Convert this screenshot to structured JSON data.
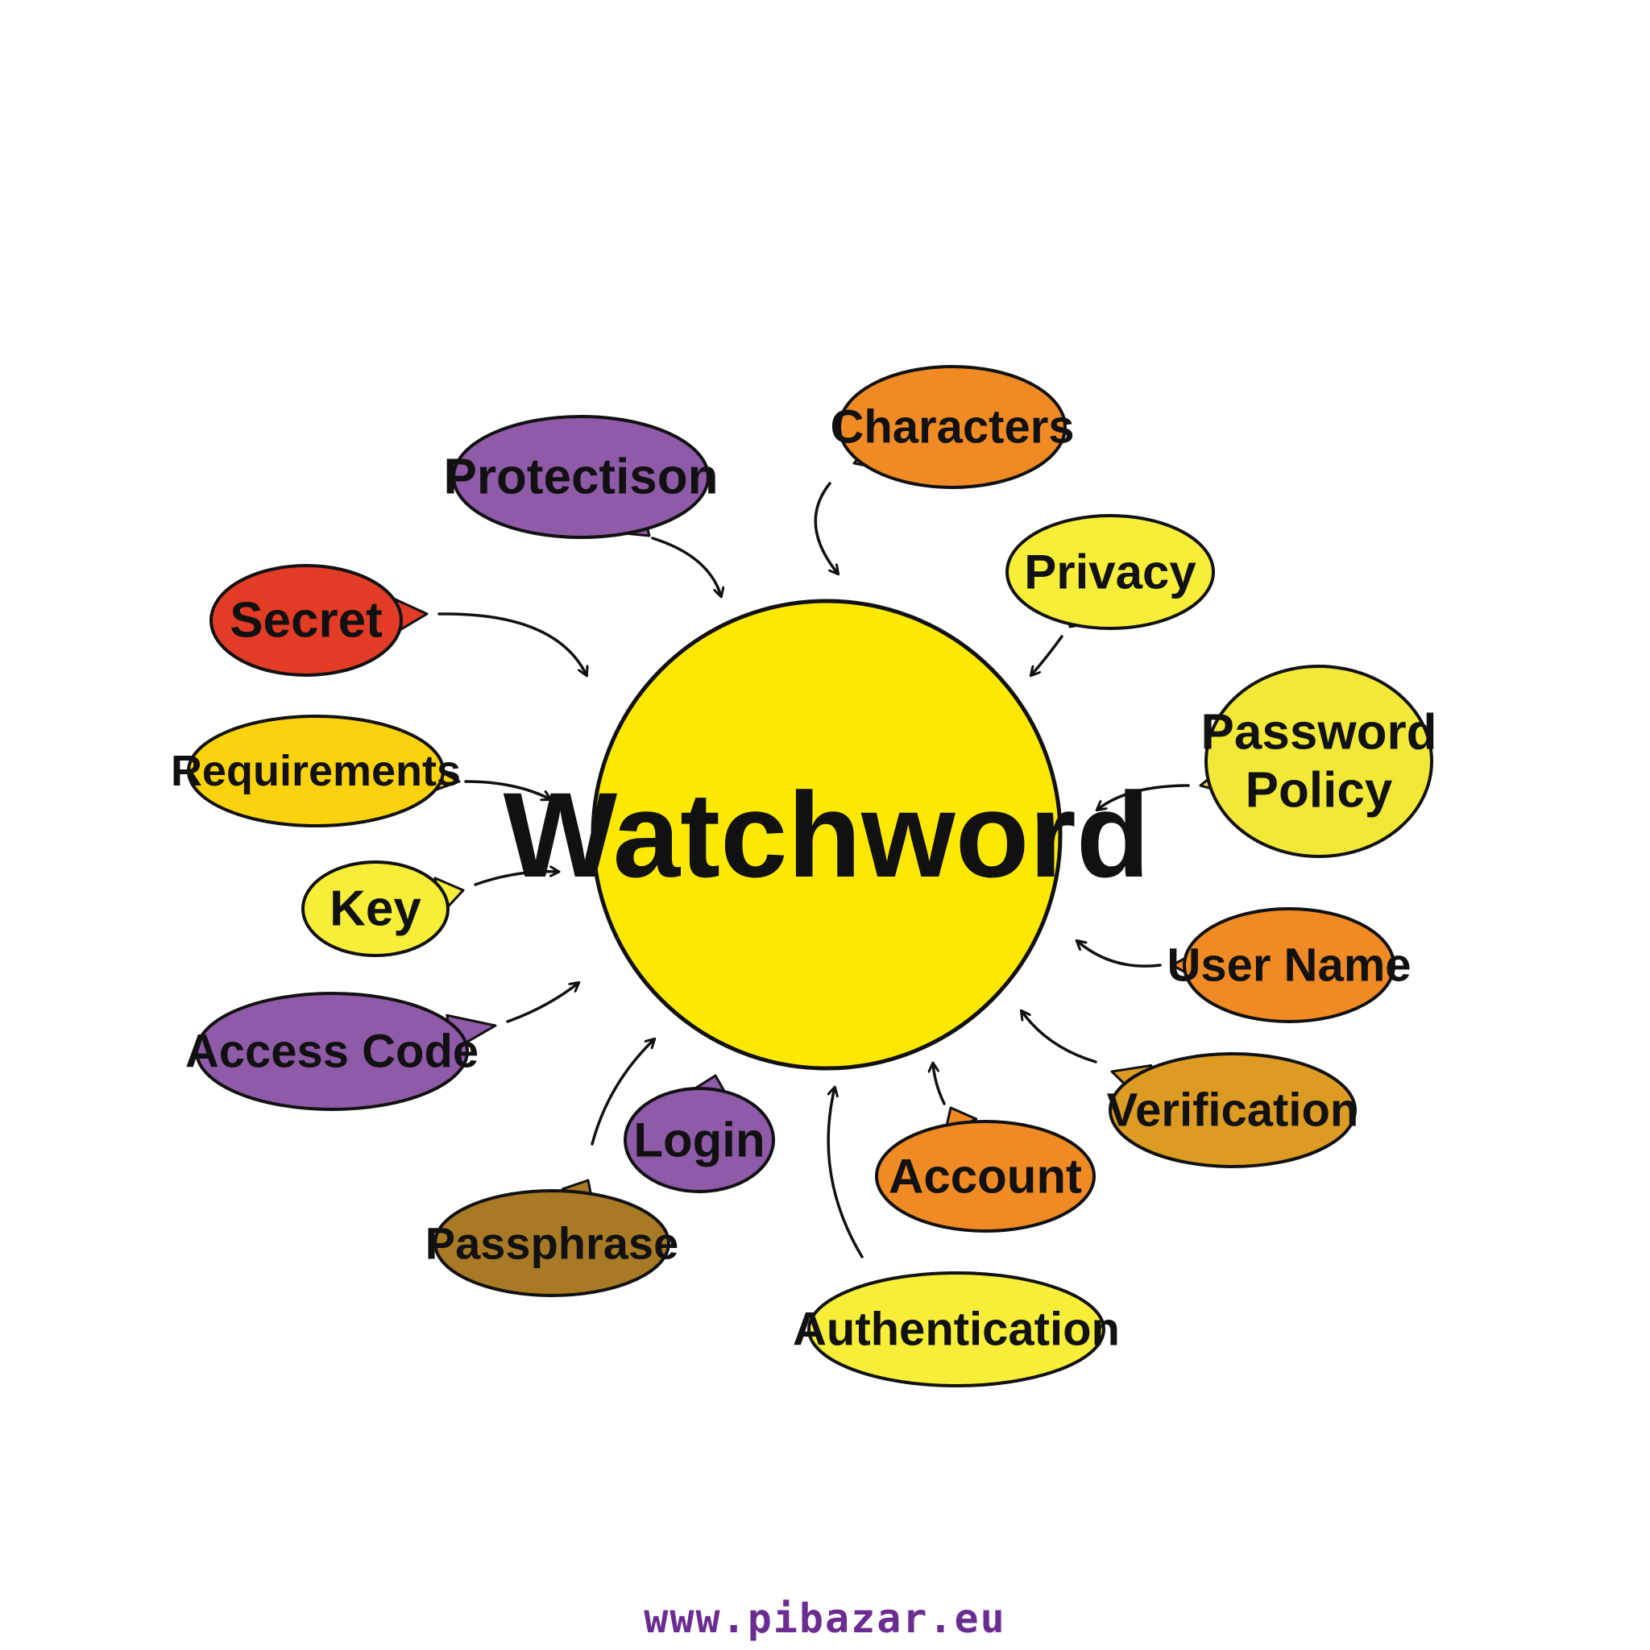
{
  "center": {
    "label": "Watchword",
    "color": "#fde800"
  },
  "nodes": [
    {
      "id": "protectison",
      "label": "Protectison",
      "color": "#8f5aa8"
    },
    {
      "id": "characters",
      "label": "Characters",
      "color": "#f08a24"
    },
    {
      "id": "privacy",
      "label": "Privacy",
      "color": "#f7ee3a"
    },
    {
      "id": "secret",
      "label": "Secret",
      "color": "#e23b26"
    },
    {
      "id": "password-policy",
      "label": "Password Policy",
      "color": "#f2e838"
    },
    {
      "id": "requirements",
      "label": "Requirements",
      "color": "#fbd20e"
    },
    {
      "id": "key",
      "label": "Key",
      "color": "#f7ee3a"
    },
    {
      "id": "user-name",
      "label": "User Name",
      "color": "#f08a24"
    },
    {
      "id": "access-code",
      "label": "Access Code",
      "color": "#8f5aa8"
    },
    {
      "id": "verification",
      "label": "Verification",
      "color": "#dc9b22"
    },
    {
      "id": "login",
      "label": "Login",
      "color": "#8f5aa8"
    },
    {
      "id": "account",
      "label": "Account",
      "color": "#f08a24"
    },
    {
      "id": "passphrase",
      "label": "Passphrase",
      "color": "#a87a26"
    },
    {
      "id": "authentication",
      "label": "Authentication",
      "color": "#f7ee3a"
    }
  ],
  "footer": {
    "website": "www.pibazar.eu"
  }
}
